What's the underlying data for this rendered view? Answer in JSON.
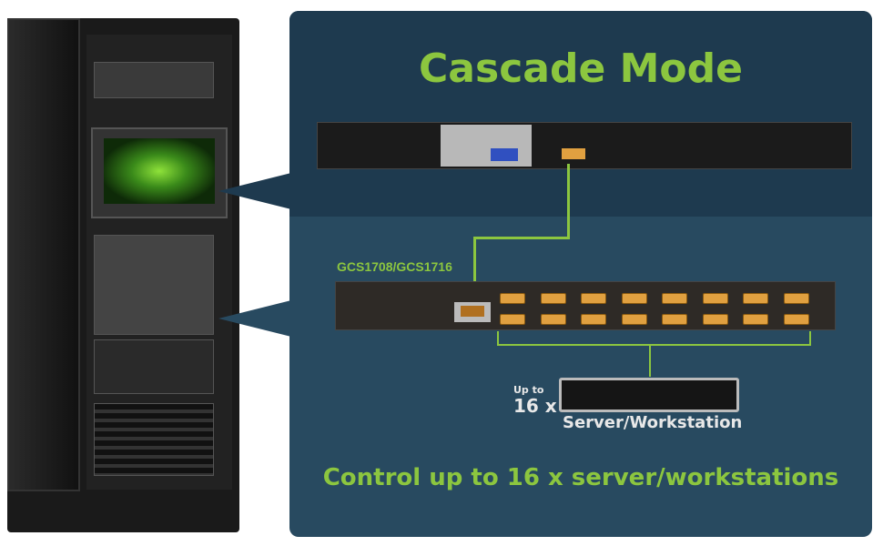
{
  "title": "Cascade Mode",
  "model_label": "GCS1708/GCS1716",
  "server": {
    "up_to": "Up to",
    "count": "16 x",
    "label": "Server/Workstation"
  },
  "caption": "Control up to 16 x server/workstations",
  "colors": {
    "accent": "#8cc63f",
    "panel_dark": "#1e3a4f",
    "panel": "#284a60"
  },
  "ports": 16
}
